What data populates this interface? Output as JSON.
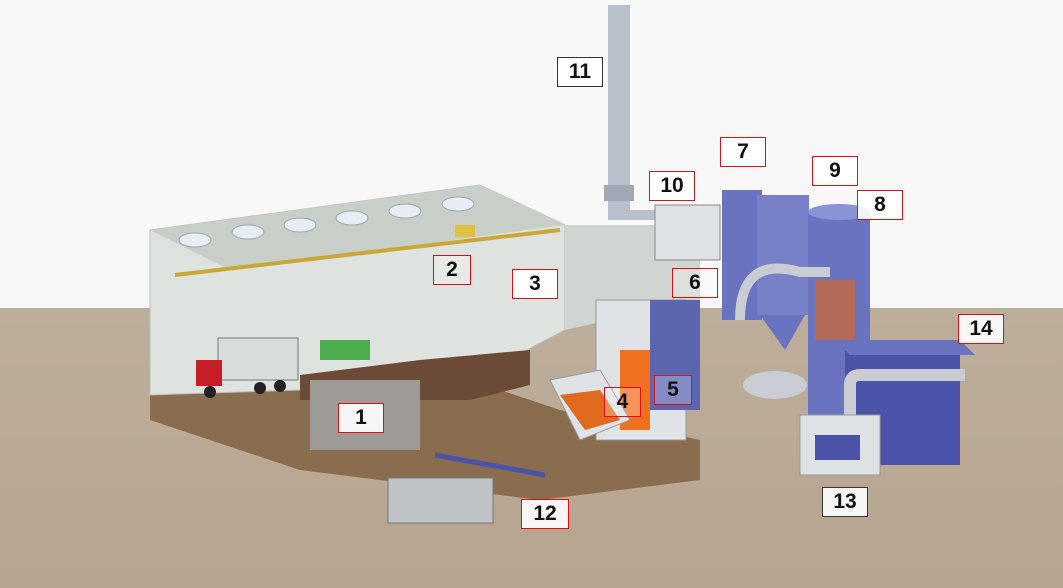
{
  "labels": [
    {
      "id": "1",
      "border": "#e01010"
    },
    {
      "id": "2",
      "border": "#e01010"
    },
    {
      "id": "3",
      "border": "#e01010"
    },
    {
      "id": "4",
      "border": "#e01010"
    },
    {
      "id": "5",
      "border": "#e01010"
    },
    {
      "id": "6",
      "border": "#e01010"
    },
    {
      "id": "7",
      "border": "#e01010"
    },
    {
      "id": "8",
      "border": "#e01010"
    },
    {
      "id": "9",
      "border": "#e01010"
    },
    {
      "id": "10",
      "border": "#c02020"
    },
    {
      "id": "11",
      "border": "#333333"
    },
    {
      "id": "12",
      "border": "#e01010"
    },
    {
      "id": "13",
      "border": "#333333"
    },
    {
      "id": "14",
      "border": "#e01010"
    }
  ]
}
